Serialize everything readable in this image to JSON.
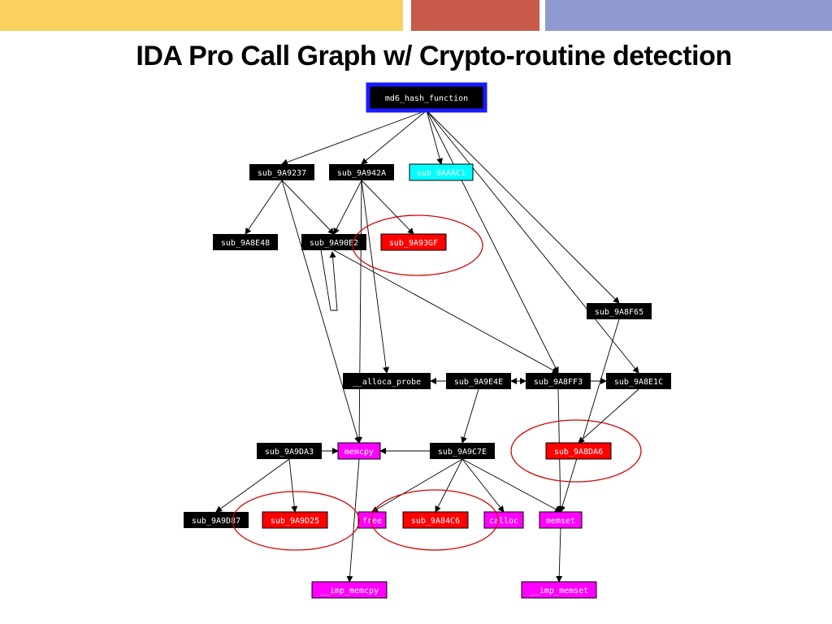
{
  "title": "IDA Pro Call Graph w/ Crypto-routine detection",
  "colors": {
    "header_yellow": "#fbd15e",
    "header_red": "#c75a48",
    "header_blue": "#8f9bd0",
    "root_border": "#1a1aff",
    "node_black": "#000000",
    "node_cyan": "#00ffff",
    "node_red": "#ff0000",
    "node_magenta": "#ff00ff",
    "highlight_ellipse": "#d40000",
    "edge": "#000000"
  },
  "nodes": [
    {
      "id": "md6",
      "label": "md6_hash_function",
      "style": "root"
    },
    {
      "id": "s9237",
      "label": "sub_9A9237",
      "style": "black"
    },
    {
      "id": "s942A",
      "label": "sub_9A942A",
      "style": "black"
    },
    {
      "id": "sAAAC",
      "label": "sub_9AAAC1",
      "style": "cyan"
    },
    {
      "id": "s8E48",
      "label": "sub_9A8E48",
      "style": "black"
    },
    {
      "id": "s90E2",
      "label": "sub_9A90E2",
      "style": "black"
    },
    {
      "id": "s93GF",
      "label": "sub_9A93GF",
      "style": "red"
    },
    {
      "id": "s8F65",
      "label": "sub_9A8F65",
      "style": "black"
    },
    {
      "id": "alloca",
      "label": "__alloca_probe",
      "style": "black"
    },
    {
      "id": "s9E4E",
      "label": "sub_9A9E4E",
      "style": "black"
    },
    {
      "id": "s8FF3",
      "label": "sub_9A8FF3",
      "style": "black"
    },
    {
      "id": "s8E1C",
      "label": "sub_9A8E1C",
      "style": "black"
    },
    {
      "id": "s9DA3",
      "label": "sub_9A9DA3",
      "style": "black"
    },
    {
      "id": "memcpy",
      "label": "memcpy",
      "style": "magenta"
    },
    {
      "id": "s9C7E",
      "label": "sub_9A9C7E",
      "style": "black"
    },
    {
      "id": "s8DA6",
      "label": "sub_9A8DA6",
      "style": "red"
    },
    {
      "id": "s9D87",
      "label": "sub_9A9D87",
      "style": "black"
    },
    {
      "id": "s9D25",
      "label": "sub_9A9D25",
      "style": "red"
    },
    {
      "id": "free",
      "label": "free",
      "style": "magenta"
    },
    {
      "id": "s84C6",
      "label": "sub_9A84C6",
      "style": "red"
    },
    {
      "id": "calloc",
      "label": "calloc",
      "style": "magenta"
    },
    {
      "id": "memset",
      "label": "memset",
      "style": "magenta"
    },
    {
      "id": "imp_memcpy",
      "label": "__imp_memcpy",
      "style": "magenta"
    },
    {
      "id": "imp_memset",
      "label": "__imp_memset",
      "style": "magenta"
    }
  ],
  "edges": [
    [
      "md6",
      "s9237"
    ],
    [
      "md6",
      "s942A"
    ],
    [
      "md6",
      "sAAAC"
    ],
    [
      "md6",
      "s8F65"
    ],
    [
      "md6",
      "s8FF3"
    ],
    [
      "md6",
      "s8E1C"
    ],
    [
      "s9237",
      "s8E48"
    ],
    [
      "s9237",
      "s90E2"
    ],
    [
      "s9237",
      "memcpy"
    ],
    [
      "s942A",
      "s90E2"
    ],
    [
      "s942A",
      "s93GF"
    ],
    [
      "s942A",
      "memcpy"
    ],
    [
      "s942A",
      "alloca"
    ],
    [
      "s90E2",
      "s90E2"
    ],
    [
      "s90E2",
      "s8FF3"
    ],
    [
      "s8F65",
      "memset"
    ],
    [
      "s9E4E",
      "alloca"
    ],
    [
      "s9E4E",
      "s8FF3"
    ],
    [
      "s9E4E",
      "s9C7E"
    ],
    [
      "s8FF3",
      "s9E4E"
    ],
    [
      "s8FF3",
      "s8E1C"
    ],
    [
      "s8FF3",
      "memset"
    ],
    [
      "s8E1C",
      "s8DA6"
    ],
    [
      "s9DA3",
      "s9D87"
    ],
    [
      "s9DA3",
      "s9D25"
    ],
    [
      "s9DA3",
      "memcpy"
    ],
    [
      "s9C7E",
      "memcpy"
    ],
    [
      "s9C7E",
      "free"
    ],
    [
      "s9C7E",
      "s84C6"
    ],
    [
      "s9C7E",
      "calloc"
    ],
    [
      "s9C7E",
      "memset"
    ],
    [
      "memcpy",
      "imp_memcpy"
    ],
    [
      "memset",
      "imp_memset"
    ]
  ],
  "highlights": [
    "s93GF",
    "s8DA6",
    "s9D25",
    "s84C6"
  ]
}
